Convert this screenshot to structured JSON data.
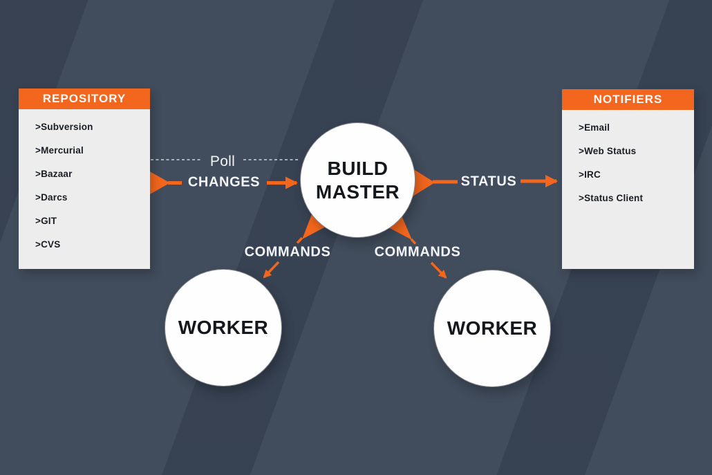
{
  "colors": {
    "accent_orange": "#F2661D",
    "background_dark": "#38445A",
    "background_light": "#3E4959",
    "panel_body": "#EDEDEE",
    "dark_text": "#14181D",
    "light_text": "#F3F4F6",
    "dashed_line": "#CDD3DA"
  },
  "repository": {
    "title": "REPOSITORY",
    "items": [
      ">Subversion",
      ">Mercurial",
      ">Bazaar",
      ">Darcs",
      ">GIT",
      ">CVS"
    ]
  },
  "notifiers": {
    "title": "NOTIFIERS",
    "items": [
      ">Email",
      ">Web Status",
      ">IRC",
      ">Status Client"
    ]
  },
  "nodes": {
    "build_master": {
      "line1": "BUILD",
      "line2": "MASTER"
    },
    "worker_left": {
      "label": "WORKER"
    },
    "worker_right": {
      "label": "WORKER"
    }
  },
  "flows": {
    "poll": "Poll",
    "changes": "CHANGES",
    "status": "STATUS",
    "commands_left": "COMMANDS",
    "commands_right": "COMMANDS"
  }
}
